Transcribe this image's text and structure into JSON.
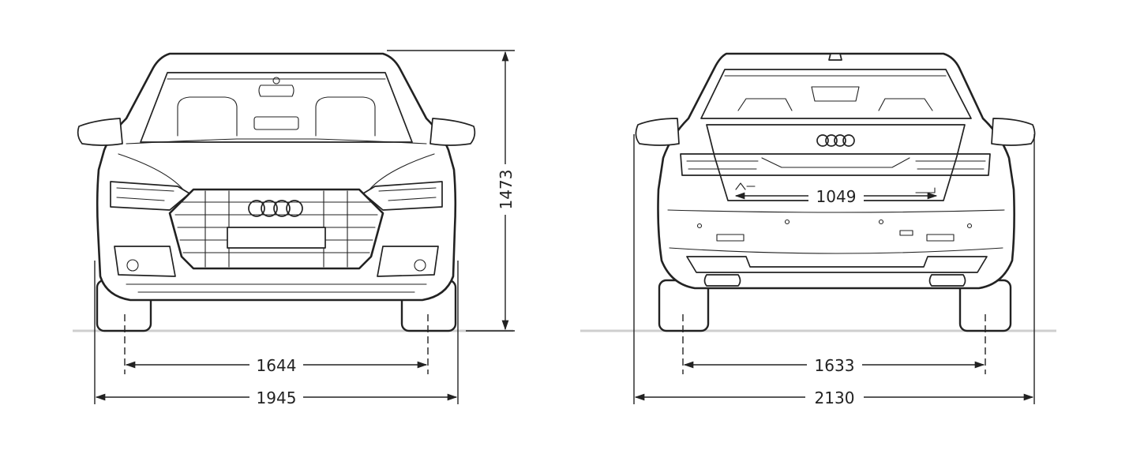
{
  "drawing": {
    "front_view": {
      "height_label": "1473",
      "track_label": "1644",
      "width_label": "1945"
    },
    "rear_view": {
      "trunk_width_label": "1049",
      "track_label": "1633",
      "width_mirrors_label": "2130"
    }
  }
}
